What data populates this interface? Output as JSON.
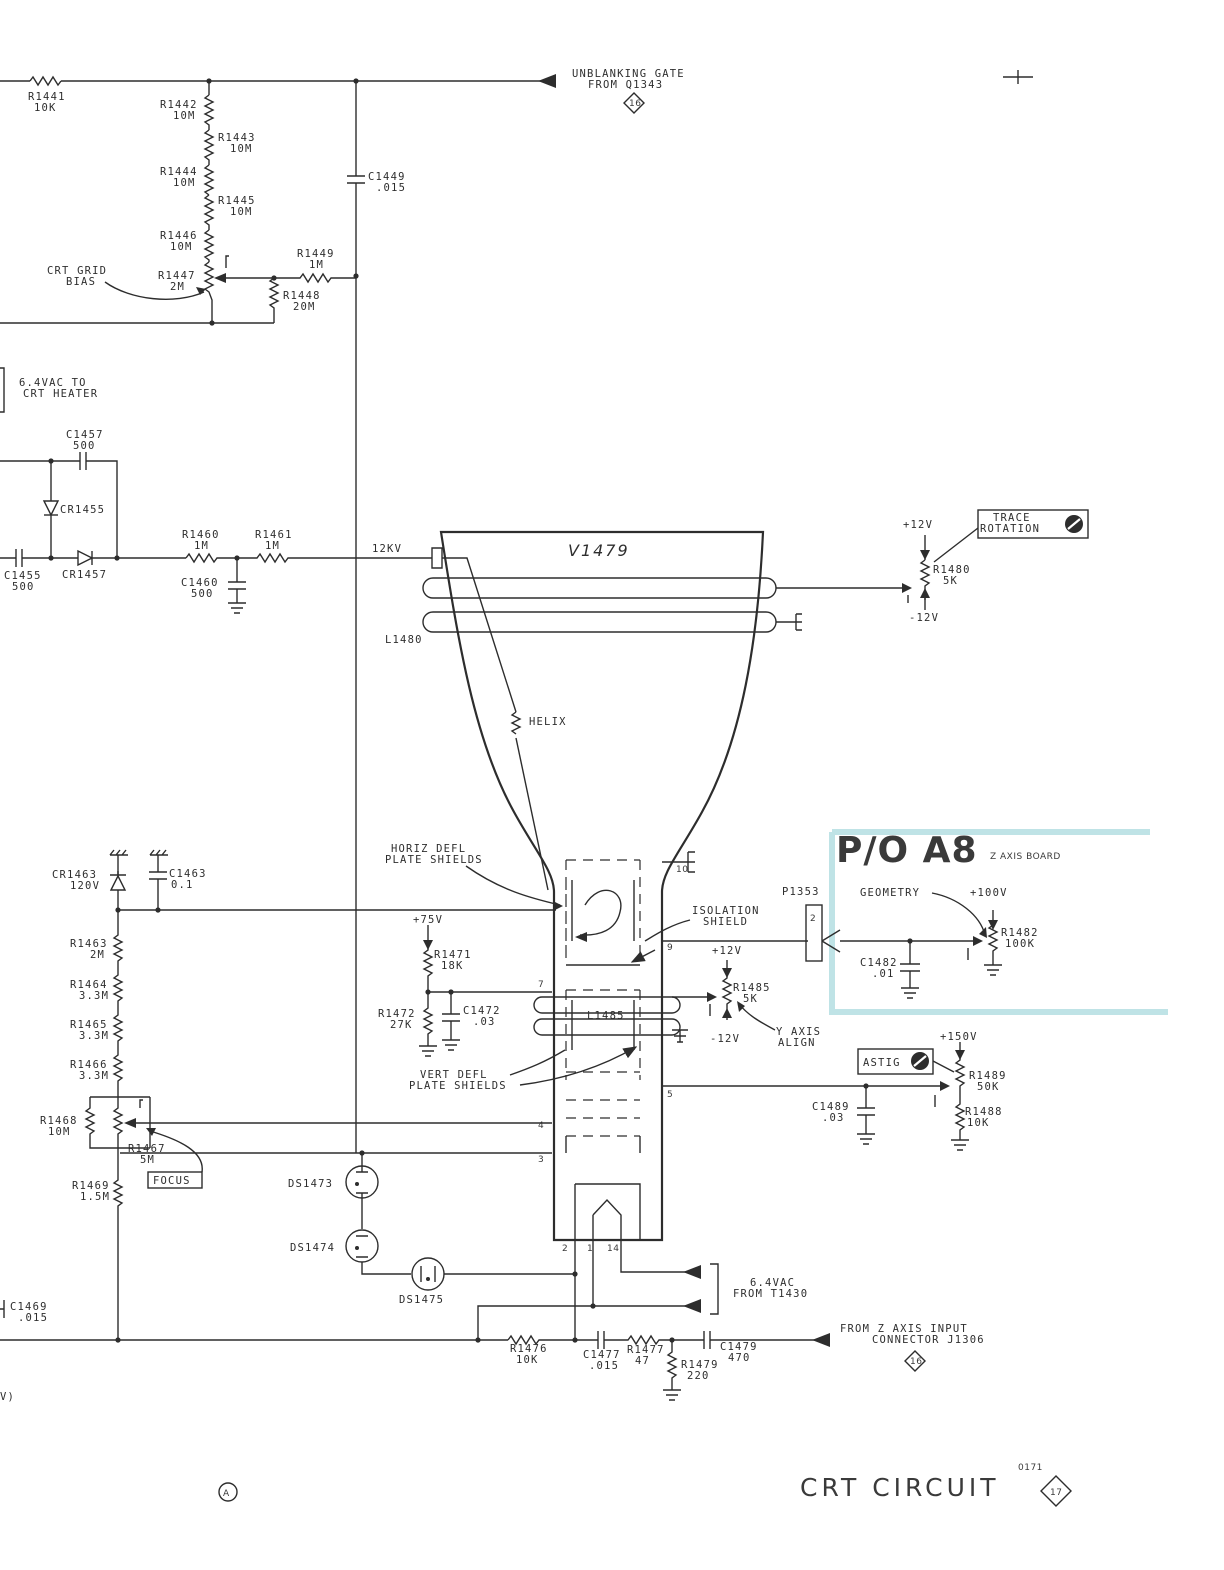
{
  "title": "CRT CIRCUIT",
  "page_number": "17",
  "date_code": "0171",
  "revision_mark": "A",
  "board_label": "P/O A8",
  "board_sublabel": "Z AXIS BOARD",
  "board_outline_color": "#bfe3e6",
  "components": {
    "r1441": {
      "ref": "R1441",
      "val": "10K"
    },
    "r1442": {
      "ref": "R1442",
      "val": "10M"
    },
    "r1443": {
      "ref": "R1443",
      "val": "10M"
    },
    "r1444": {
      "ref": "R1444",
      "val": "10M"
    },
    "r1445": {
      "ref": "R1445",
      "val": "10M"
    },
    "r1446": {
      "ref": "R1446",
      "val": "10M"
    },
    "r1447": {
      "ref": "R1447",
      "val": "2M"
    },
    "r1448": {
      "ref": "R1448",
      "val": "20M"
    },
    "r1449": {
      "ref": "R1449",
      "val": "1M"
    },
    "c1449": {
      "ref": "C1449",
      "val": ".015"
    },
    "c1457": {
      "ref": "C1457",
      "val": "500"
    },
    "cr1455": {
      "ref": "CR1455"
    },
    "cr1457": {
      "ref": "CR1457"
    },
    "c1455": {
      "ref": "C1455",
      "val": "500"
    },
    "r1460": {
      "ref": "R1460",
      "val": "1M"
    },
    "r1461": {
      "ref": "R1461",
      "val": "1M"
    },
    "c1460": {
      "ref": "C1460",
      "val": "500"
    },
    "l1480": {
      "ref": "L1480"
    },
    "v1479": {
      "ref": "V1479"
    },
    "r1480": {
      "ref": "R1480",
      "val": "5K"
    },
    "cr1463": {
      "ref": "CR1463",
      "val": "120V"
    },
    "c1463": {
      "ref": "C1463",
      "val": "0.1"
    },
    "r1463": {
      "ref": "R1463",
      "val": "2M"
    },
    "r1464": {
      "ref": "R1464",
      "val": "3.3M"
    },
    "r1465": {
      "ref": "R1465",
      "val": "3.3M"
    },
    "r1466": {
      "ref": "R1466",
      "val": "3.3M"
    },
    "r1468": {
      "ref": "R1468",
      "val": "10M"
    },
    "r1467": {
      "ref": "R1467",
      "val": "5M"
    },
    "r1469": {
      "ref": "R1469",
      "val": "1.5M"
    },
    "c1469": {
      "ref": "C1469",
      "val": ".015"
    },
    "r1471": {
      "ref": "R1471",
      "val": "18K"
    },
    "r1472": {
      "ref": "R1472",
      "val": "27K"
    },
    "c1472": {
      "ref": "C1472",
      "val": ".03"
    },
    "l1485": {
      "ref": "L1485"
    },
    "r1485": {
      "ref": "R1485",
      "val": "5K"
    },
    "p1353": {
      "ref": "P1353"
    },
    "c1482": {
      "ref": "C1482",
      "val": ".01"
    },
    "r1482": {
      "ref": "R1482",
      "val": "100K"
    },
    "r1489": {
      "ref": "R1489",
      "val": "50K"
    },
    "r1488": {
      "ref": "R1488",
      "val": "10K"
    },
    "c1489": {
      "ref": "C1489",
      "val": ".03"
    },
    "ds1473": {
      "ref": "DS1473"
    },
    "ds1474": {
      "ref": "DS1474"
    },
    "ds1475": {
      "ref": "DS1475"
    },
    "r1476": {
      "ref": "R1476",
      "val": "10K"
    },
    "c1477": {
      "ref": "C1477",
      "val": ".015"
    },
    "r1477": {
      "ref": "R1477",
      "val": "47"
    },
    "r1479": {
      "ref": "R1479",
      "val": "220"
    },
    "c1479": {
      "ref": "C1479",
      "val": "470"
    }
  },
  "labels": {
    "unblanking_1": "UNBLANKING GATE",
    "unblanking_2": "FROM Q1343",
    "unblanking_ref": "16",
    "crt_grid_1": "CRT GRID",
    "crt_grid_2": "BIAS",
    "heater_1": "6.4VAC TO",
    "heater_2": "CRT HEATER",
    "kv": "12KV",
    "trace_rot_1": "TRACE",
    "trace_rot_2": "ROTATION",
    "plus12a": "+12V",
    "minus12a": "-12V",
    "helix": "HELIX",
    "horiz_1": "HORIZ DEFL",
    "horiz_2": "PLATE SHIELDS",
    "iso_1": "ISOLATION",
    "iso_2": "SHIELD",
    "plus75": "+75V",
    "plus12b": "+12V",
    "minus12b": "-12V",
    "yalign_1": "Y AXIS",
    "yalign_2": "ALIGN",
    "geometry": "GEOMETRY",
    "plus100": "+100V",
    "plus150": "+150V",
    "astig": "ASTIG",
    "vert_1": "VERT DEFL",
    "vert_2": "PLATE SHIELDS",
    "focus": "FOCUS",
    "vac_1": "6.4VAC",
    "vac_2": "FROM T1430",
    "zin_1": "FROM Z AXIS INPUT",
    "zin_2": "CONNECTOR J1306",
    "zin_ref": "16",
    "edge_v": "V)",
    "pin10": "10",
    "pin9": "9",
    "pin7": "7",
    "pin5": "5",
    "pin4": "4",
    "pin3": "3",
    "pin2": "2",
    "pin1": "1",
    "pin14": "14",
    "p1353_pin": "2"
  }
}
